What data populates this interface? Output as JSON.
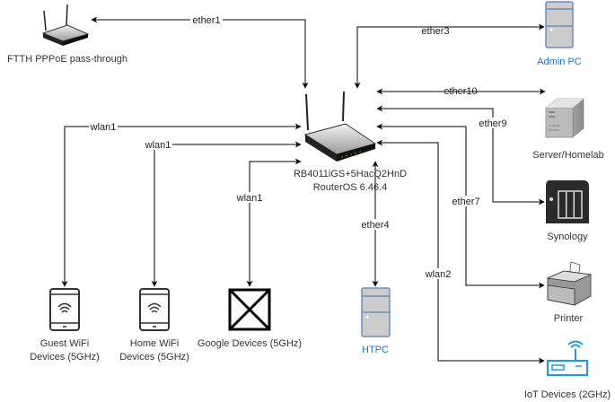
{
  "nodes": {
    "router": {
      "line1": "RB4011iGS+5HacQ2HnD",
      "line2": "RouterOS 6.46.4",
      "icon": "wifi-router-icon"
    },
    "ftth": {
      "label": "FTTH PPPoE pass-through",
      "icon": "wifi-router-icon"
    },
    "admin_pc": {
      "label": "Admin PC",
      "icon": "pc-tower-icon"
    },
    "server": {
      "label": "Server/Homelab",
      "icon": "server-icon"
    },
    "synology": {
      "label": "Synology",
      "icon": "nas-icon"
    },
    "printer": {
      "label": "Printer",
      "icon": "printer-icon"
    },
    "iot": {
      "label": "IoT Devices (2GHz)",
      "icon": "iot-router-icon"
    },
    "htpc": {
      "label": "HTPC",
      "icon": "pc-tower-icon"
    },
    "guest": {
      "line1": "Guest WiFi",
      "line2": "Devices (5GHz)",
      "icon": "phone-wifi-icon"
    },
    "home": {
      "line1": "Home WiFi",
      "line2": "Devices (5GHz)",
      "icon": "phone-wifi-icon"
    },
    "google": {
      "label": "Google Devices (5GHz)",
      "icon": "missing-image-icon"
    }
  },
  "edges": {
    "ether1": "ether1",
    "ether3": "ether3",
    "ether10": "ether10",
    "ether9": "ether9",
    "ether7": "ether7",
    "ether4": "ether4",
    "wlan2": "wlan2",
    "wlan1_guest": "wlan1",
    "wlan1_home": "wlan1",
    "wlan1_google": "wlan1"
  },
  "colors": {
    "link_label_blue": "#1a73d9",
    "pc_fill": "#cccccc",
    "pc_stroke": "#6c8ebf",
    "iot": "#1a9ae0"
  }
}
